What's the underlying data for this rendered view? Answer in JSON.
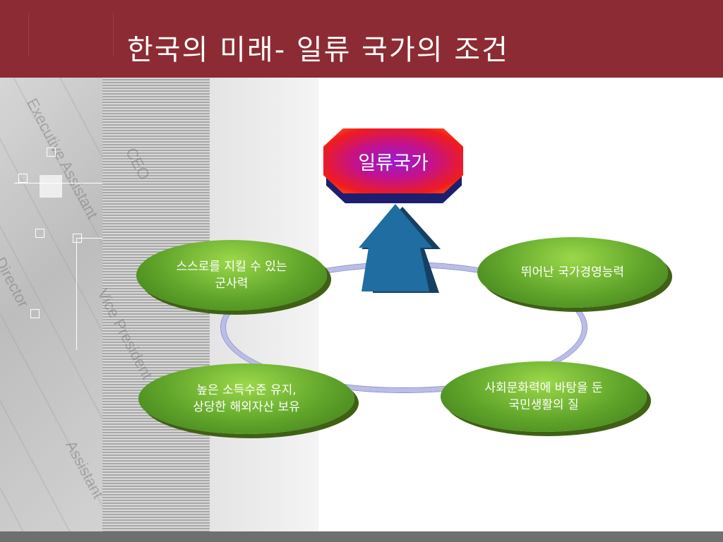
{
  "slide": {
    "title": "한국의 미래- 일류 국가의 조건"
  },
  "background_text": [
    "Executive Assistant",
    "CEO",
    "Vice President",
    "Assistant",
    "Director"
  ],
  "diagram": {
    "center": "일류국가",
    "nodes": [
      {
        "id": "defense",
        "label": "스스로를 지킬 수 있는\n군사력"
      },
      {
        "id": "management",
        "label": "뛰어난 국가경영능력"
      },
      {
        "id": "income",
        "label": "높은 소득수준 유지,\n상당한 해외자산 보유"
      },
      {
        "id": "culture",
        "label": "사회문화력에 바탕을 둔\n국민생활의 질"
      }
    ]
  },
  "colors": {
    "header": "#8c2b33",
    "node_green": "#5fa42a",
    "ring": "#b9bde8",
    "arrow": "#1f6da1",
    "center_fill": "#c4128a",
    "center_edge": "#f01c1c"
  }
}
